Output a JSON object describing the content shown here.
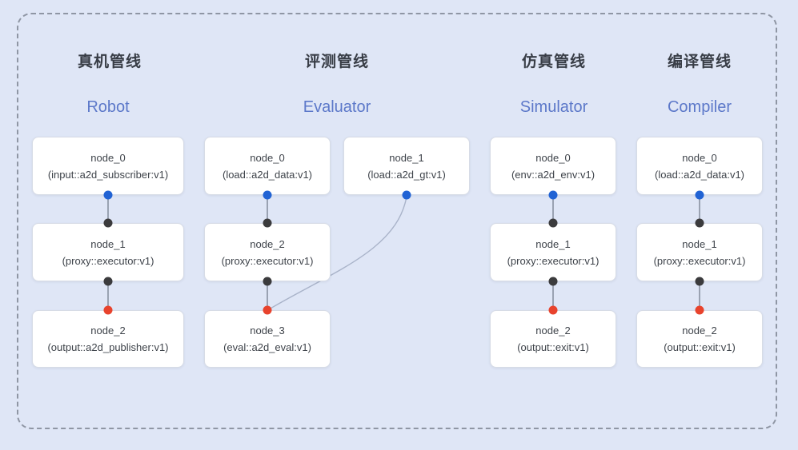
{
  "colors": {
    "bg": "#dfe6f6",
    "frame-border": "#8f96a4",
    "node-bg": "#ffffff",
    "node-border": "#d7dce6",
    "node-text": "#3e434a",
    "title-zh": "#383d46",
    "title-en": "#5c78c9",
    "edge": "#7d8696",
    "curve-edge": "#a9b3c9",
    "dot-blue": "#2163d4",
    "dot-black": "#3b3b3d",
    "dot-red": "#e8432d"
  },
  "pipelines": [
    {
      "id": "robot",
      "title_zh": "真机管线",
      "title_en": "Robot",
      "nodes": [
        {
          "name": "node_0",
          "type": "(input::a2d_subscriber:v1)"
        },
        {
          "name": "node_1",
          "type": "(proxy::executor:v1)"
        },
        {
          "name": "node_2",
          "type": "(output::a2d_publisher:v1)"
        }
      ]
    },
    {
      "id": "evaluator",
      "title_zh": "评测管线",
      "title_en": "Evaluator",
      "nodes": [
        {
          "name": "node_0",
          "type": "(load::a2d_data:v1)"
        },
        {
          "name": "node_1",
          "type": "(load::a2d_gt:v1)"
        },
        {
          "name": "node_2",
          "type": "(proxy::executor:v1)"
        },
        {
          "name": "node_3",
          "type": "(eval::a2d_eval:v1)"
        }
      ]
    },
    {
      "id": "simulator",
      "title_zh": "仿真管线",
      "title_en": "Simulator",
      "nodes": [
        {
          "name": "node_0",
          "type": "(env::a2d_env:v1)"
        },
        {
          "name": "node_1",
          "type": "(proxy::executor:v1)"
        },
        {
          "name": "node_2",
          "type": "(output::exit:v1)"
        }
      ]
    },
    {
      "id": "compiler",
      "title_zh": "编译管线",
      "title_en": "Compiler",
      "nodes": [
        {
          "name": "node_0",
          "type": "(load::a2d_data:v1)"
        },
        {
          "name": "node_1",
          "type": "(proxy::executor:v1)"
        },
        {
          "name": "node_2",
          "type": "(output::exit:v1)"
        }
      ]
    }
  ]
}
